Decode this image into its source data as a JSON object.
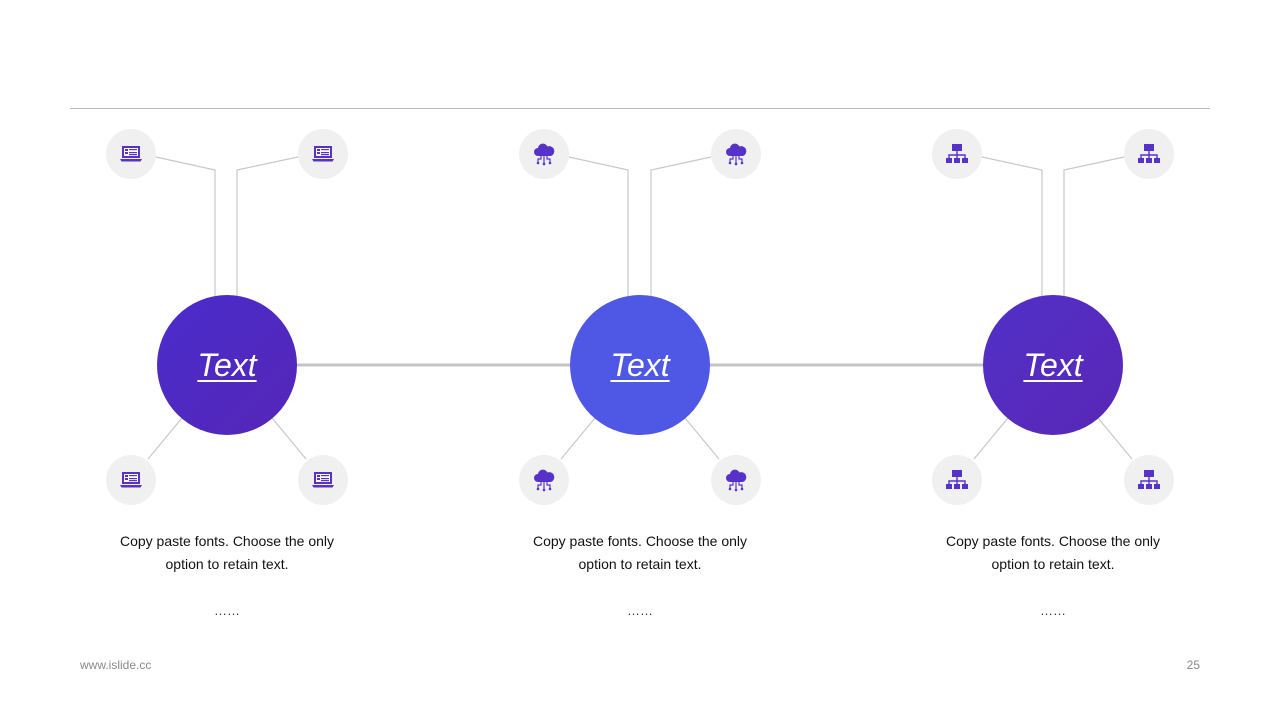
{
  "colors": {
    "hub1": "#4b2bc6",
    "hub2": "#4f58e4",
    "hub3": "#552ab9",
    "icon": "#5632c8",
    "line": "#c8c8c8",
    "satellite_bg": "#f0f0f0"
  },
  "hubs": [
    {
      "label": "Text",
      "icon": "laptop-icon",
      "caption_line1": "Copy paste fonts. Choose the only",
      "caption_line2": "option to retain text.",
      "more": "……"
    },
    {
      "label": "Text",
      "icon": "cloud-network-icon",
      "caption_line1": "Copy paste fonts. Choose the only",
      "caption_line2": "option to retain text.",
      "more": "……"
    },
    {
      "label": "Text",
      "icon": "hierarchy-icon",
      "caption_line1": "Copy paste fonts. Choose the only",
      "caption_line2": "option to retain text.",
      "more": "……"
    }
  ],
  "footer": {
    "website": "www.islide.cc",
    "page_number": "25"
  }
}
